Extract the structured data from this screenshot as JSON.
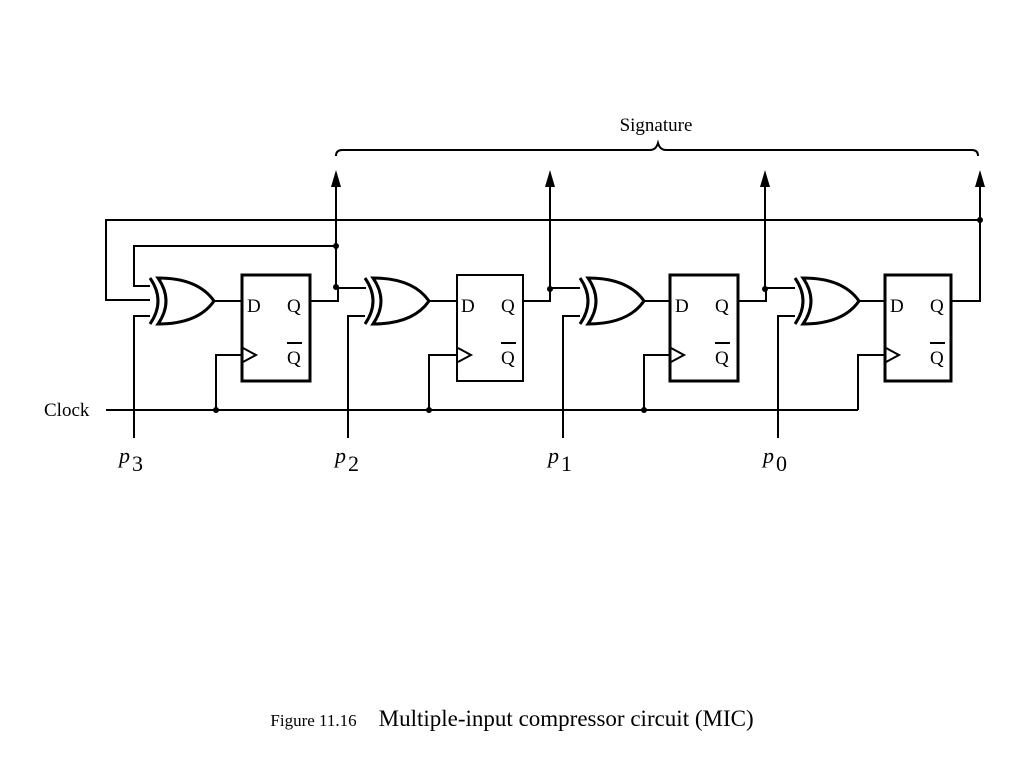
{
  "signature_label": "Signature",
  "clock_label": "Clock",
  "flipflop": {
    "d_label": "D",
    "q_label": "Q",
    "qbar_label": "Q"
  },
  "inputs": [
    {
      "base": "p",
      "sub": "3"
    },
    {
      "base": "p",
      "sub": "2"
    },
    {
      "base": "p",
      "sub": "1"
    },
    {
      "base": "p",
      "sub": "0"
    }
  ],
  "caption": {
    "number": "Figure 11.16",
    "text": "Multiple-input compressor circuit (MIC)"
  }
}
